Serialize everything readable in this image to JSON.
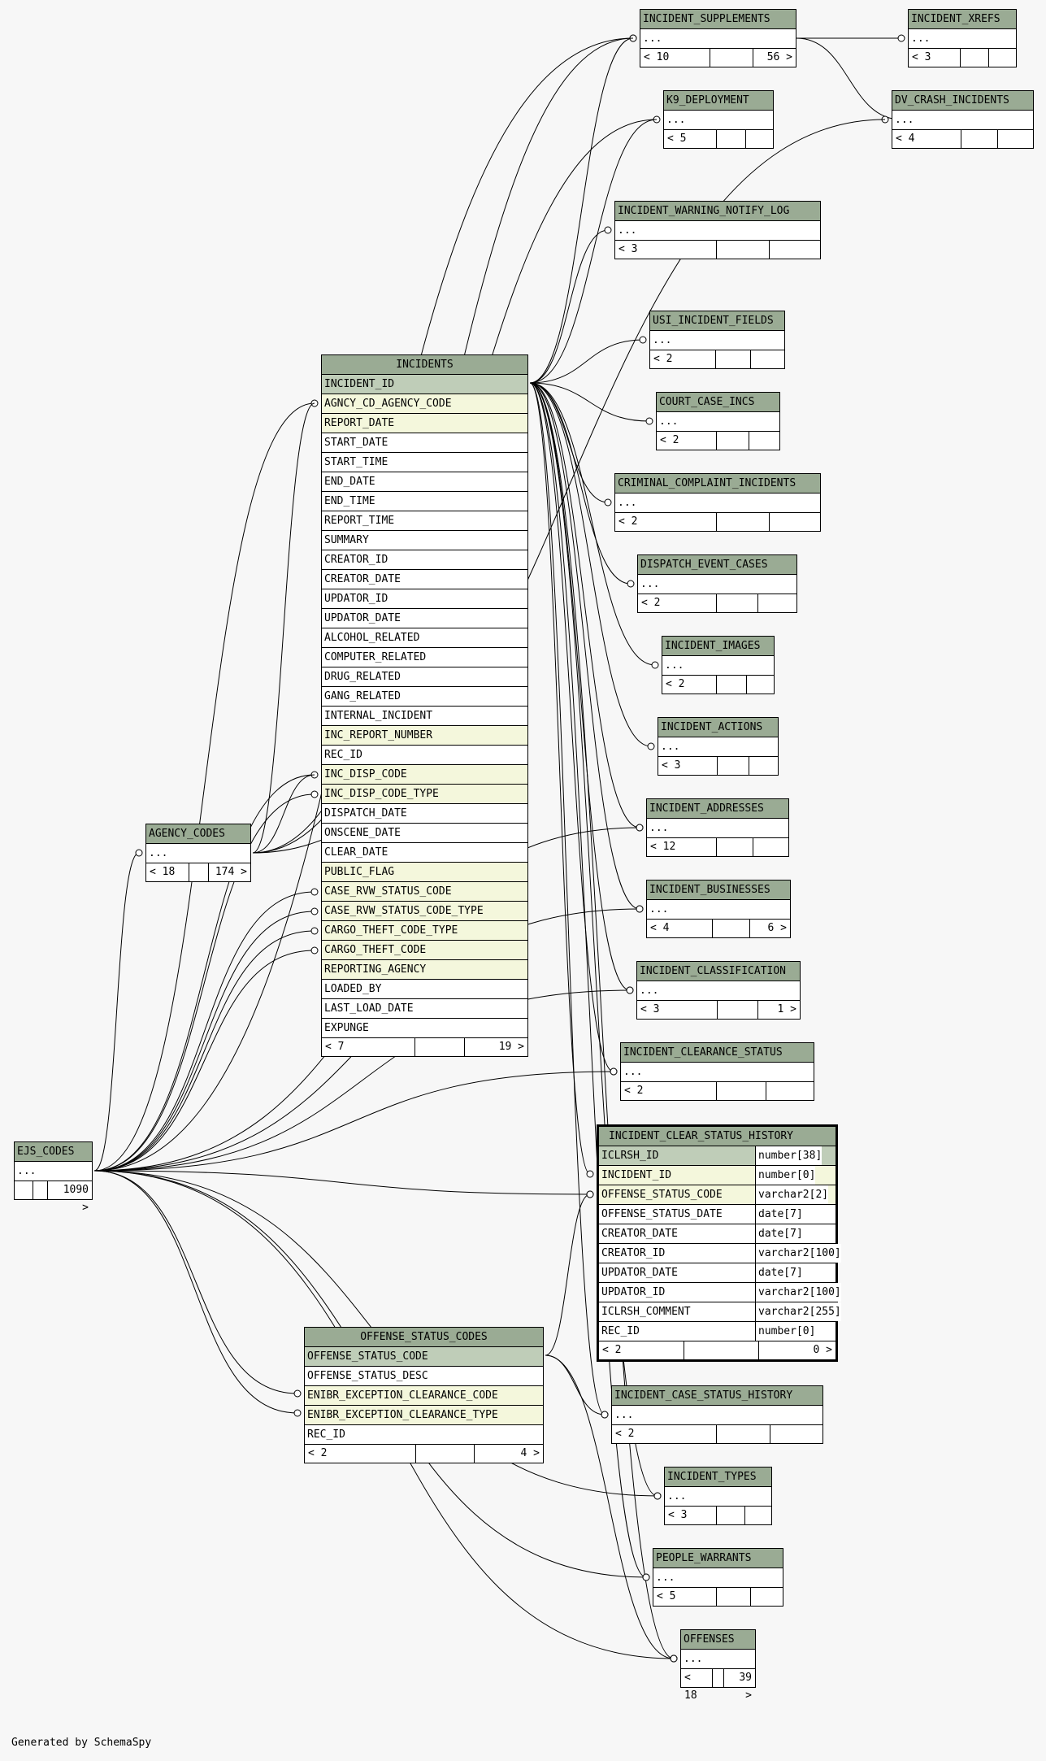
{
  "footer_text": "Generated by SchemaSpy",
  "colors": {
    "header": "#9aab94",
    "primary_key": "#bfcdb8",
    "foreign_key": "#f4f7dc",
    "background": "#f7f7f7"
  },
  "tables": {
    "incident_supplements": {
      "title": "INCIDENT_SUPPLEMENTS",
      "rows": [
        "..."
      ],
      "foot": [
        "< 10",
        "",
        "56 >"
      ]
    },
    "incident_xrefs": {
      "title": "INCIDENT_XREFS",
      "rows": [
        "..."
      ],
      "foot": [
        "< 3",
        "",
        ""
      ]
    },
    "k9_deployment": {
      "title": "K9_DEPLOYMENT",
      "rows": [
        "..."
      ],
      "foot": [
        "< 5",
        "",
        ""
      ]
    },
    "dv_crash_incidents": {
      "title": "DV_CRASH_INCIDENTS",
      "rows": [
        "..."
      ],
      "foot": [
        "< 4",
        "",
        ""
      ]
    },
    "incident_warning_notify_log": {
      "title": "INCIDENT_WARNING_NOTIFY_LOG",
      "rows": [
        "..."
      ],
      "foot": [
        "< 3",
        "",
        ""
      ]
    },
    "usi_incident_fields": {
      "title": "USI_INCIDENT_FIELDS",
      "rows": [
        "..."
      ],
      "foot": [
        "< 2",
        "",
        ""
      ]
    },
    "court_case_incs": {
      "title": "COURT_CASE_INCS",
      "rows": [
        "..."
      ],
      "foot": [
        "< 2",
        "",
        ""
      ]
    },
    "criminal_complaint_incidents": {
      "title": "CRIMINAL_COMPLAINT_INCIDENTS",
      "rows": [
        "..."
      ],
      "foot": [
        "< 2",
        "",
        ""
      ]
    },
    "dispatch_event_cases": {
      "title": "DISPATCH_EVENT_CASES",
      "rows": [
        "..."
      ],
      "foot": [
        "< 2",
        "",
        ""
      ]
    },
    "incident_images": {
      "title": "INCIDENT_IMAGES",
      "rows": [
        "..."
      ],
      "foot": [
        "< 2",
        "",
        ""
      ]
    },
    "incident_actions": {
      "title": "INCIDENT_ACTIONS",
      "rows": [
        "..."
      ],
      "foot": [
        "< 3",
        "",
        ""
      ]
    },
    "incident_addresses": {
      "title": "INCIDENT_ADDRESSES",
      "rows": [
        "..."
      ],
      "foot": [
        "< 12",
        "",
        ""
      ]
    },
    "incident_businesses": {
      "title": "INCIDENT_BUSINESSES",
      "rows": [
        "..."
      ],
      "foot": [
        "< 4",
        "",
        "6 >"
      ]
    },
    "incident_classification": {
      "title": "INCIDENT_CLASSIFICATION",
      "rows": [
        "..."
      ],
      "foot": [
        "< 3",
        "",
        "1 >"
      ]
    },
    "incident_clearance_status": {
      "title": "INCIDENT_CLEARANCE_STATUS",
      "rows": [
        "..."
      ],
      "foot": [
        "< 2",
        "",
        ""
      ]
    },
    "agency_codes": {
      "title": "AGENCY_CODES",
      "rows": [
        "..."
      ],
      "foot": [
        "< 18",
        "",
        "174 >"
      ]
    },
    "ejs_codes": {
      "title": "EJS_CODES",
      "rows": [
        "..."
      ],
      "foot": [
        "",
        "",
        "1090 >"
      ]
    },
    "incident_case_status_history": {
      "title": "INCIDENT_CASE_STATUS_HISTORY",
      "rows": [
        "..."
      ],
      "foot": [
        "< 2",
        "",
        ""
      ]
    },
    "incident_types": {
      "title": "INCIDENT_TYPES",
      "rows": [
        "..."
      ],
      "foot": [
        "< 3",
        "",
        ""
      ]
    },
    "people_warrants": {
      "title": "PEOPLE_WARRANTS",
      "rows": [
        "..."
      ],
      "foot": [
        "< 5",
        "",
        ""
      ]
    },
    "offenses": {
      "title": "OFFENSES",
      "rows": [
        "..."
      ],
      "foot": [
        "< 18",
        "",
        "39 >"
      ]
    },
    "incidents": {
      "title": "INCIDENTS",
      "columns": [
        {
          "name": "INCIDENT_ID",
          "kind": "pk"
        },
        {
          "name": "AGNCY_CD_AGENCY_CODE",
          "kind": "fk"
        },
        {
          "name": "REPORT_DATE",
          "kind": "fk"
        },
        {
          "name": "START_DATE",
          "kind": ""
        },
        {
          "name": "START_TIME",
          "kind": ""
        },
        {
          "name": "END_DATE",
          "kind": ""
        },
        {
          "name": "END_TIME",
          "kind": ""
        },
        {
          "name": "REPORT_TIME",
          "kind": ""
        },
        {
          "name": "SUMMARY",
          "kind": ""
        },
        {
          "name": "CREATOR_ID",
          "kind": ""
        },
        {
          "name": "CREATOR_DATE",
          "kind": ""
        },
        {
          "name": "UPDATOR_ID",
          "kind": ""
        },
        {
          "name": "UPDATOR_DATE",
          "kind": ""
        },
        {
          "name": "ALCOHOL_RELATED",
          "kind": ""
        },
        {
          "name": "COMPUTER_RELATED",
          "kind": ""
        },
        {
          "name": "DRUG_RELATED",
          "kind": ""
        },
        {
          "name": "GANG_RELATED",
          "kind": ""
        },
        {
          "name": "INTERNAL_INCIDENT",
          "kind": ""
        },
        {
          "name": "INC_REPORT_NUMBER",
          "kind": "fk"
        },
        {
          "name": "REC_ID",
          "kind": ""
        },
        {
          "name": "INC_DISP_CODE",
          "kind": "fk"
        },
        {
          "name": "INC_DISP_CODE_TYPE",
          "kind": "fk"
        },
        {
          "name": "DISPATCH_DATE",
          "kind": ""
        },
        {
          "name": "ONSCENE_DATE",
          "kind": ""
        },
        {
          "name": "CLEAR_DATE",
          "kind": ""
        },
        {
          "name": "PUBLIC_FLAG",
          "kind": "fk"
        },
        {
          "name": "CASE_RVW_STATUS_CODE",
          "kind": "fk"
        },
        {
          "name": "CASE_RVW_STATUS_CODE_TYPE",
          "kind": "fk"
        },
        {
          "name": "CARGO_THEFT_CODE_TYPE",
          "kind": "fk"
        },
        {
          "name": "CARGO_THEFT_CODE",
          "kind": "fk"
        },
        {
          "name": "REPORTING_AGENCY",
          "kind": "fk"
        },
        {
          "name": "LOADED_BY",
          "kind": ""
        },
        {
          "name": "LAST_LOAD_DATE",
          "kind": ""
        },
        {
          "name": "EXPUNGE",
          "kind": ""
        }
      ],
      "foot": [
        "< 7",
        "",
        "19 >"
      ]
    },
    "incident_clear_status_history": {
      "title": "INCIDENT_CLEAR_STATUS_HISTORY",
      "columns": [
        {
          "name": "ICLRSH_ID",
          "type": "number[38]",
          "kind": "pk"
        },
        {
          "name": "INCIDENT_ID",
          "type": "number[0]",
          "kind": "fk"
        },
        {
          "name": "OFFENSE_STATUS_CODE",
          "type": "varchar2[2]",
          "kind": "fk"
        },
        {
          "name": "OFFENSE_STATUS_DATE",
          "type": "date[7]",
          "kind": ""
        },
        {
          "name": "CREATOR_DATE",
          "type": "date[7]",
          "kind": ""
        },
        {
          "name": "CREATOR_ID",
          "type": "varchar2[100]",
          "kind": ""
        },
        {
          "name": "UPDATOR_DATE",
          "type": "date[7]",
          "kind": ""
        },
        {
          "name": "UPDATOR_ID",
          "type": "varchar2[100]",
          "kind": ""
        },
        {
          "name": "ICLRSH_COMMENT",
          "type": "varchar2[255]",
          "kind": ""
        },
        {
          "name": "REC_ID",
          "type": "number[0]",
          "kind": ""
        }
      ],
      "foot": [
        "< 2",
        "",
        "0 >"
      ]
    },
    "offense_status_codes": {
      "title": "OFFENSE_STATUS_CODES",
      "columns": [
        {
          "name": "OFFENSE_STATUS_CODE",
          "kind": "pk"
        },
        {
          "name": "OFFENSE_STATUS_DESC",
          "kind": ""
        },
        {
          "name": "ENIBR_EXCEPTION_CLEARANCE_CODE",
          "kind": "fk"
        },
        {
          "name": "ENIBR_EXCEPTION_CLEARANCE_TYPE",
          "kind": "fk"
        },
        {
          "name": "REC_ID",
          "kind": ""
        }
      ],
      "foot": [
        "< 2",
        "",
        "4 >"
      ]
    }
  }
}
